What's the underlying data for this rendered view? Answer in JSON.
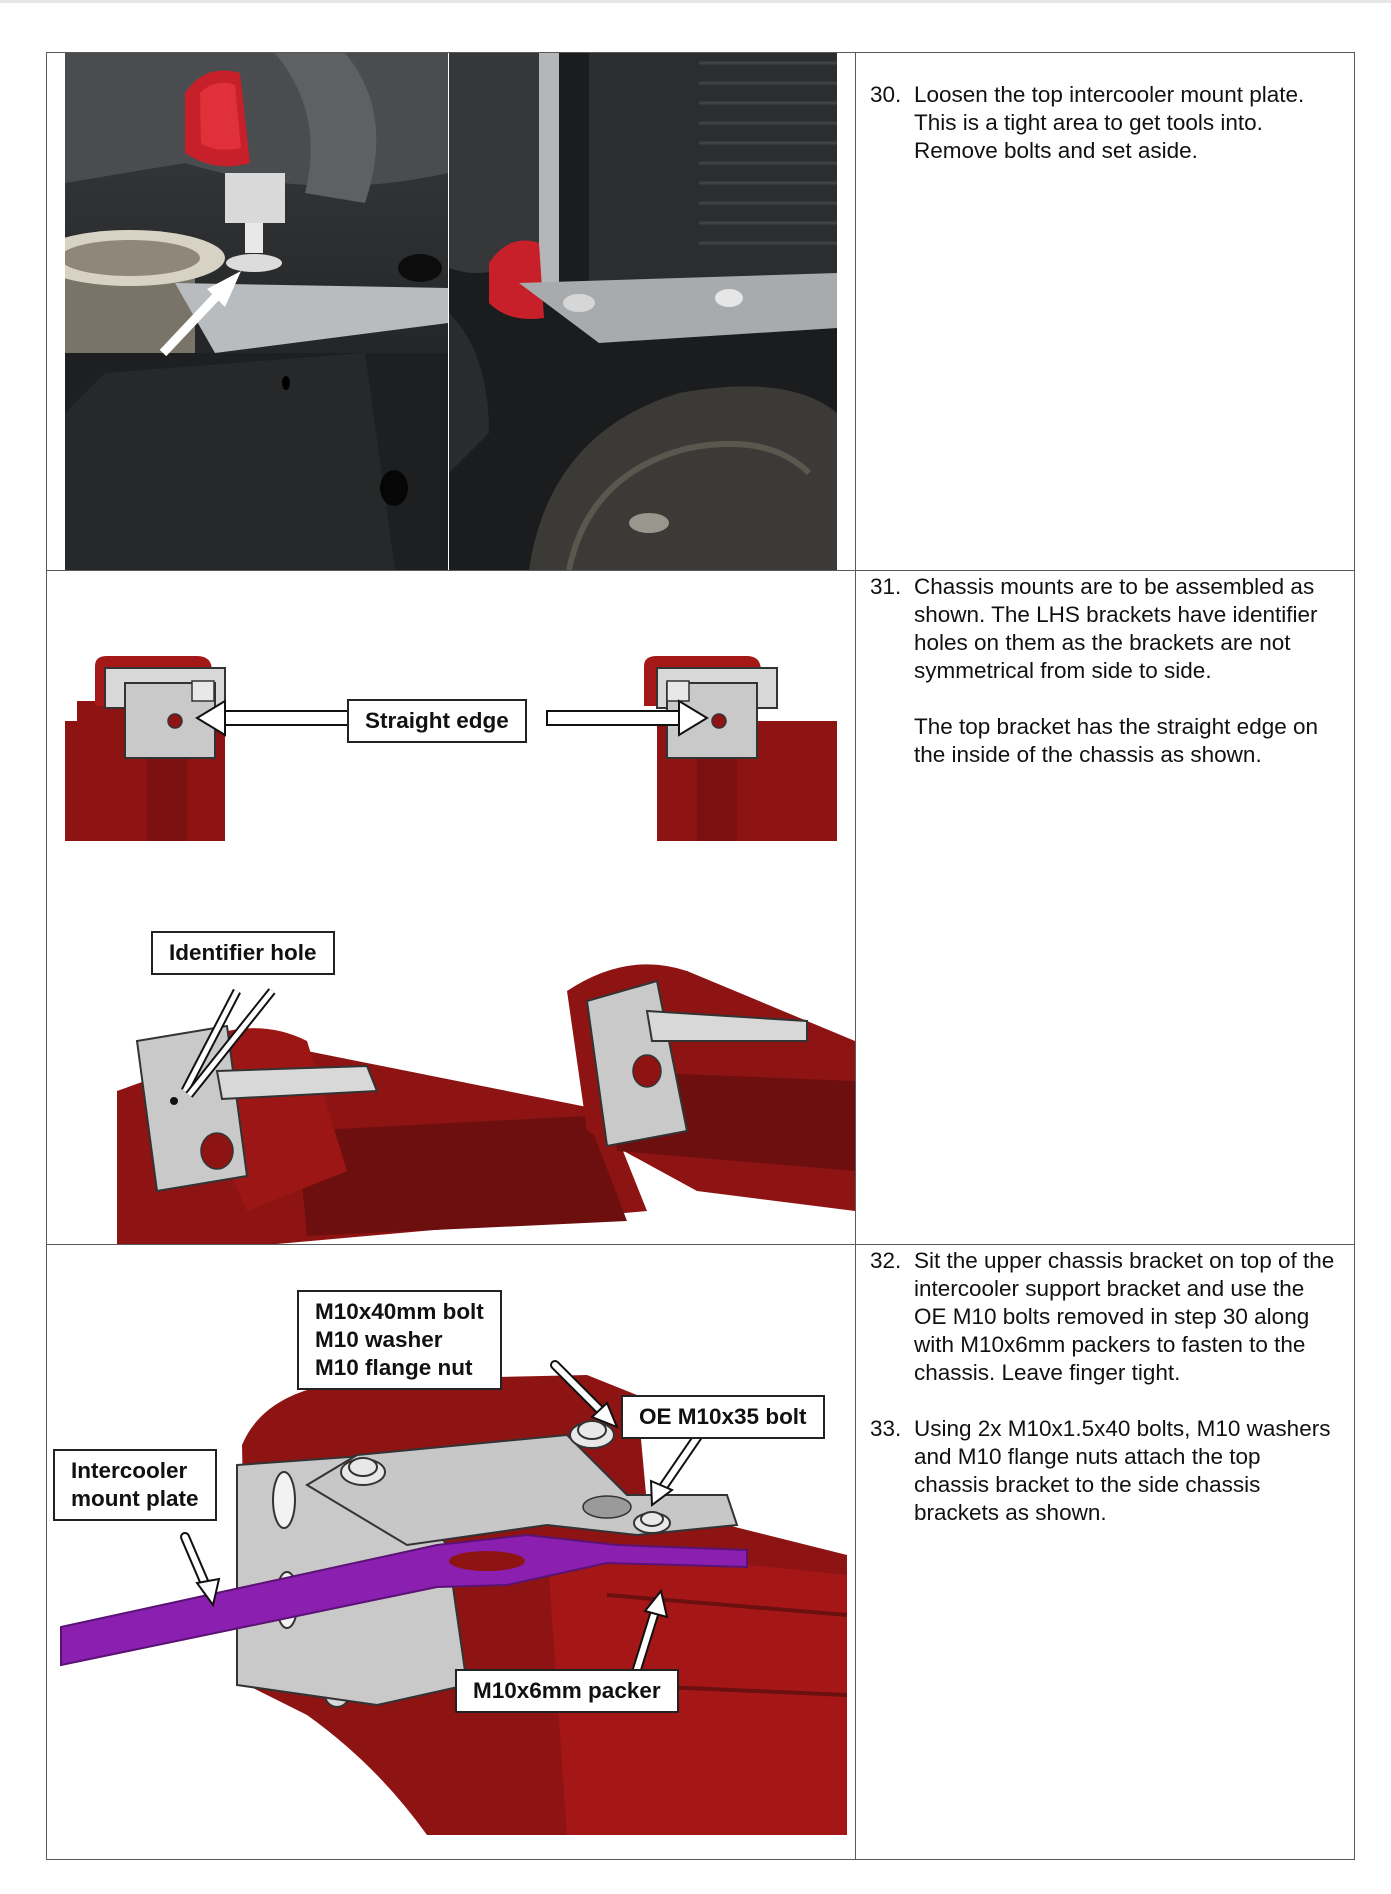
{
  "steps": [
    {
      "number": "30.",
      "paragraphs": [
        "Loosen the top intercooler mount plate. This is a tight area to get tools into. Remove bolts and set aside."
      ]
    },
    {
      "number": "31.",
      "paragraphs": [
        "Chassis mounts are to be assembled as shown. The LHS brackets have identifier holes on them as the brackets are not symmetrical from side to side.",
        "The top bracket has the straight edge on the inside of the chassis as shown."
      ]
    },
    {
      "number": "32.",
      "paragraphs": [
        "Sit the upper chassis bracket on top of the intercooler support bracket and use the OE M10 bolts removed in step 30 along with M10x6mm packers to fasten to the chassis. Leave finger tight."
      ]
    },
    {
      "number": "33.",
      "paragraphs": [
        "Using 2x M10x1.5x40 bolts, M10 washers and M10 flange nuts attach the top chassis bracket to the side chassis brackets as shown."
      ]
    }
  ],
  "callouts": {
    "straight_edge": "Straight edge",
    "identifier_hole": "Identifier hole",
    "bolt_kit_line1": "M10x40mm bolt",
    "bolt_kit_line2": "M10 washer",
    "bolt_kit_line3": "M10 flange nut",
    "oe_bolt": "OE M10x35 bolt",
    "intercooler_plate_line1": "Intercooler",
    "intercooler_plate_line2": "mount plate",
    "packer": "M10x6mm packer"
  },
  "colors": {
    "chassis_red": "#8e1414",
    "bracket_grey": "#c9c9c9",
    "plate_purple": "#8a1fb0"
  }
}
